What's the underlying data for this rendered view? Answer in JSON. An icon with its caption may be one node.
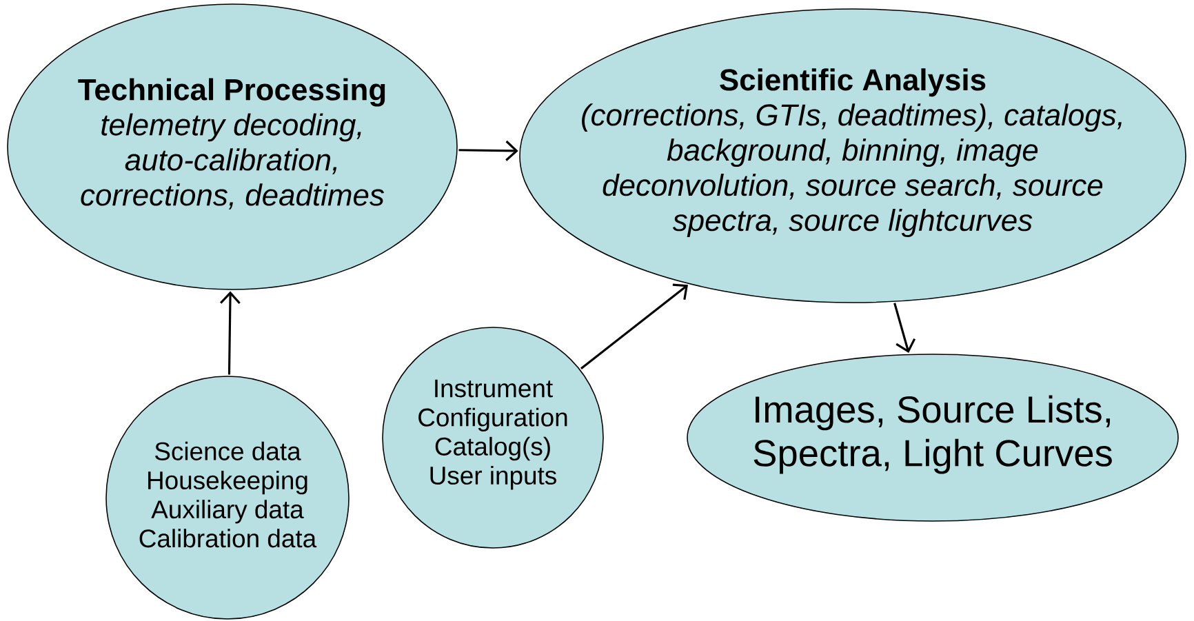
{
  "diagram": {
    "nodes": [
      {
        "text": [
          "Technical Processing",
          "telemetry decoding, auto-calibration, corrections, deadtimes"
        ]
      },
      {
        "text": [
          "Scientific Analysis",
          "(corrections, GTIs, deadtimes), catalogs, background, binning, image deconvolution, source search, source spectra, source lightcurves"
        ]
      },
      {
        "text": [
          "Images, Source Lists, Spectra, Light Curves"
        ]
      },
      {
        "text": [
          "Science data",
          "Housekeeping",
          "Auxiliary data",
          "Calibration data"
        ]
      },
      {
        "text": [
          "Instrument Configuration",
          "Catalog(s)",
          "User inputs"
        ]
      }
    ],
    "edges": [
      {
        "from": 3,
        "to": 0,
        "arrow": "to"
      },
      {
        "from": 0,
        "to": 1,
        "arrow": "to"
      },
      {
        "from": 4,
        "to": 1,
        "arrow": "to"
      },
      {
        "from": 1,
        "to": 2,
        "arrow": "to"
      }
    ]
  }
}
